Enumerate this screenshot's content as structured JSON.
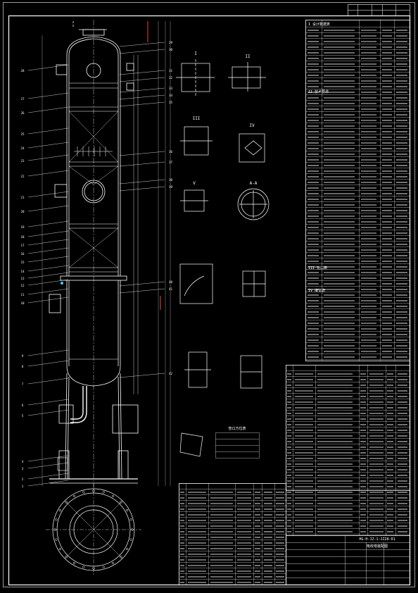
{
  "drawing": {
    "background": "#000000",
    "line_color": "#ffffff",
    "accent_color": "#ff5050",
    "highlight_color": "#3fd6ff"
  },
  "section_labels": {
    "view_a": "A-A",
    "view_i": "I",
    "view_ii": "II",
    "view_iii": "III",
    "view_iv": "IV",
    "view_v": "V"
  },
  "tech_spec": {
    "section_1_title": "I 设计数据表",
    "section_2_title": "II 技术要求",
    "section_3_title": "III 管口表",
    "section_4_title": "IV 接管表"
  },
  "balloon_numbers": [
    "1",
    "2",
    "3",
    "4",
    "5",
    "6",
    "7",
    "8",
    "9",
    "10",
    "11",
    "12",
    "13",
    "14",
    "15",
    "16",
    "17",
    "18",
    "19",
    "20",
    "21",
    "22",
    "23",
    "24",
    "25",
    "26",
    "27",
    "28",
    "29",
    "30",
    "31",
    "32",
    "33",
    "34",
    "35",
    "36",
    "37",
    "38",
    "39",
    "40",
    "41",
    "42"
  ],
  "title_block": {
    "drawing_no": "HG-H-JZ-1-JZ28-01",
    "drawing_title": "吸收塔装配图"
  },
  "mini_table": {
    "title": "管口方位表"
  }
}
